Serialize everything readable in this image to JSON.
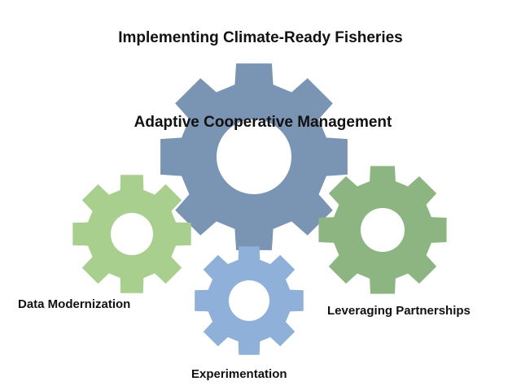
{
  "title": "Implementing Climate-Ready Fisheries",
  "gears": [
    {
      "id": "center",
      "label": "Adaptive Cooperative Management",
      "color": "#7a94b3"
    },
    {
      "id": "left",
      "label": "Data Modernization",
      "color": "#a9cf8e"
    },
    {
      "id": "right",
      "label": "Leveraging Partnerships",
      "color": "#8db582"
    },
    {
      "id": "bottom",
      "label": "Experimentation",
      "color": "#8fb0d8"
    }
  ]
}
